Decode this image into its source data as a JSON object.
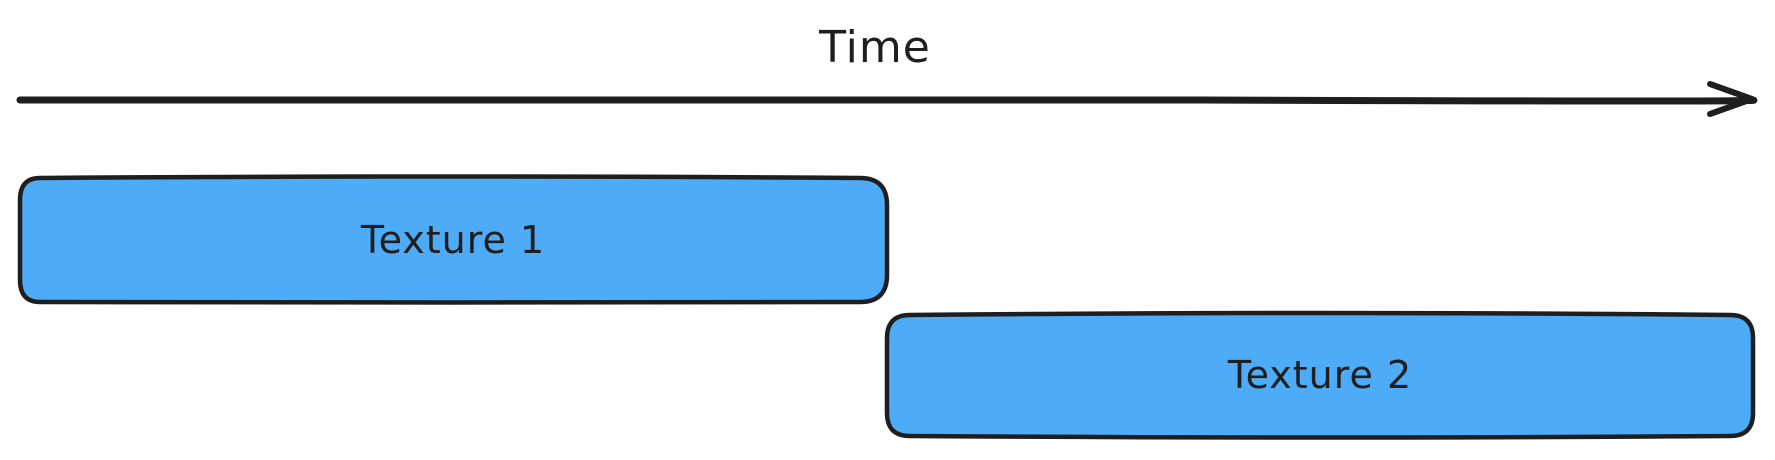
{
  "timeline": {
    "label": "Time"
  },
  "blocks": [
    {
      "label": "Texture 1"
    },
    {
      "label": "Texture 2"
    }
  ],
  "colors": {
    "block_fill": "#4dabf7",
    "stroke": "#1e1e1e",
    "background": "#ffffff"
  }
}
